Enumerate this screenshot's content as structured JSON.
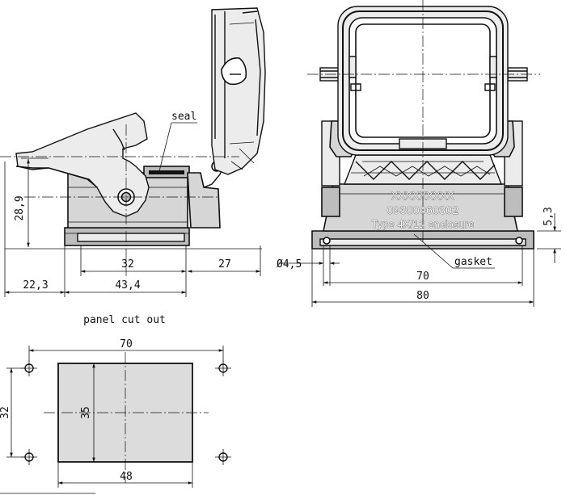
{
  "labels": {
    "seal": "seal",
    "gasket": "gasket",
    "panel_cut_out": "panel cut out"
  },
  "marking": {
    "line1": "XXXXXXXXX",
    "line2": "09300060302",
    "line3": "Type 4X/12 enclosure"
  },
  "dimensions": {
    "side_height": "28,9",
    "base_width": "32",
    "right_offset": "27",
    "left_offset": "22,3",
    "overall_depth": "43,4",
    "hole_diameter": "Ø4,5",
    "flange_height": "5,3",
    "hole_spacing": "70",
    "overall_width": "80",
    "cutout_hole_spacing_x": "70",
    "cutout_hole_spacing_y": "32",
    "cutout_height": "35",
    "cutout_width": "48"
  }
}
